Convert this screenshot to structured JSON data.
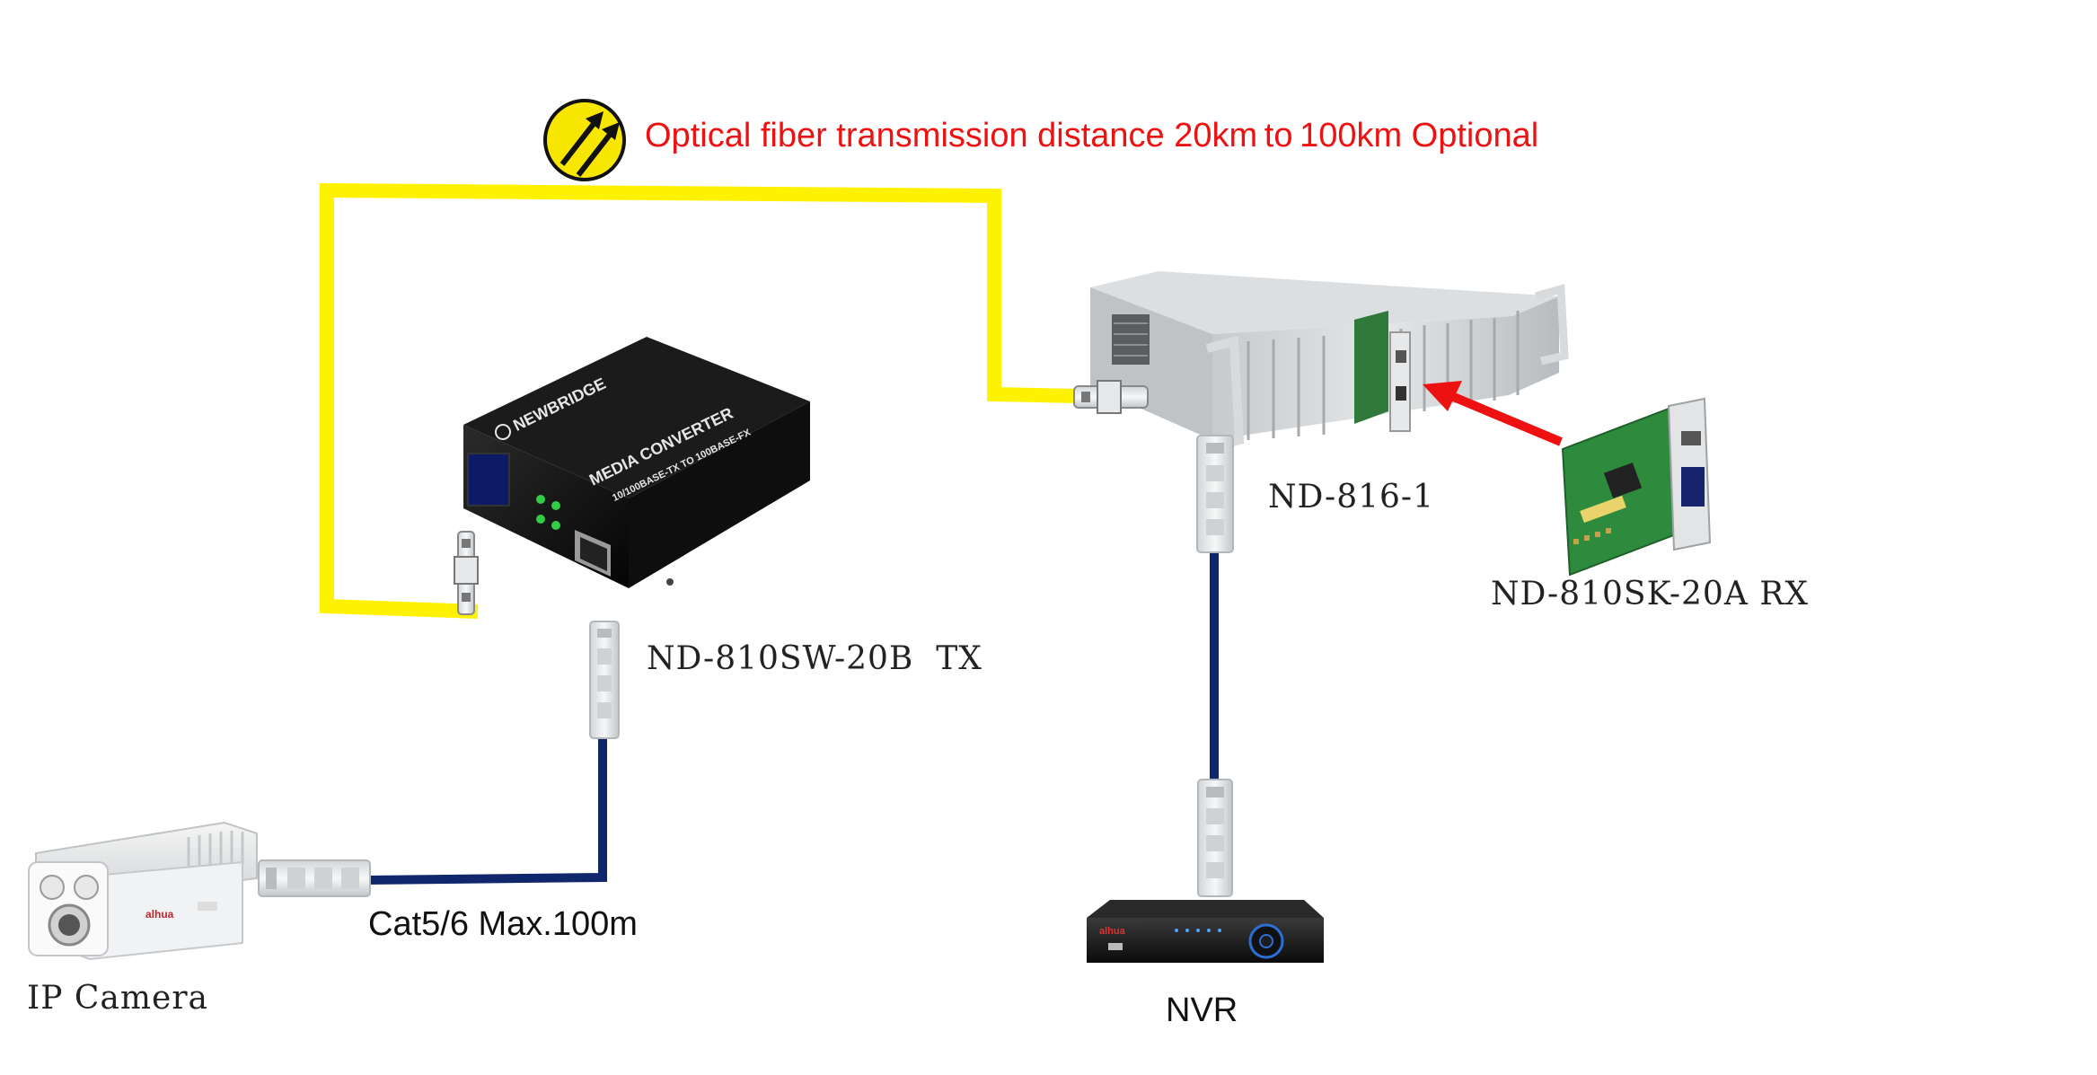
{
  "banner": {
    "text": "Optical fiber transmission distance 20km to 100km Optional"
  },
  "labels": {
    "camera": "IP Camera",
    "cable": "Cat5/6 Max.100m",
    "tx": "ND-810SW-20B  TX",
    "chassis": "ND-816-1",
    "rx": "ND-810SK-20A RX",
    "nvr": "NVR"
  },
  "device_printing": {
    "converter_brand": "NEWBRIDGE",
    "converter_model": "MEDIA CONVERTER",
    "converter_spec": "10/100BASE-TX TO 100BASE-FX",
    "camera_brand": "alhua",
    "nvr_brand": "alhua"
  },
  "icons": [
    "fiber-arrows-icon",
    "red-pointer-arrow-icon"
  ],
  "colors": {
    "fiber": "#ffff00",
    "utp": "#10276b",
    "banner_text": "#ee1111",
    "arrow": "#ee1111",
    "badge_fill": "#f7e600"
  }
}
